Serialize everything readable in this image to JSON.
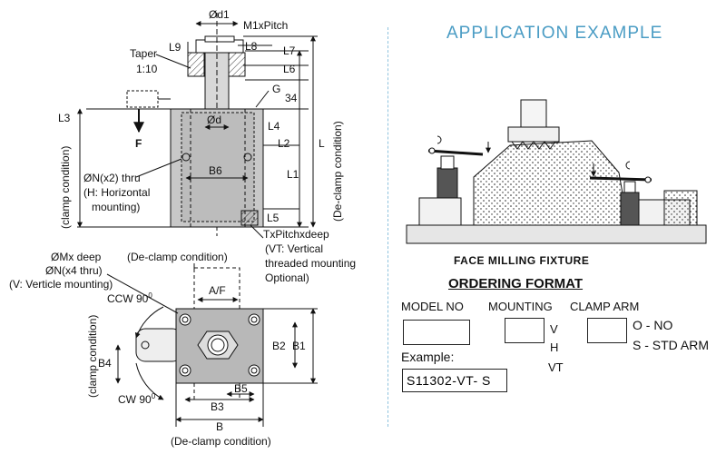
{
  "diagram": {
    "top_view_labels": {
      "d1": "Ød1",
      "m1": "M1xPitch",
      "l9": "L9",
      "l8": "L8",
      "l7": "L7",
      "l6": "L6",
      "taper": "Taper",
      "taper_ratio": "1:10",
      "g": "G",
      "n34": "34",
      "l3": "L3",
      "d": "Ød",
      "l4": "L4",
      "l2": "L2",
      "l": "L",
      "f": "F",
      "n_thru": "ØN(x2) thru",
      "h_mount": "(H: Horizontal",
      "mounting": "mounting)",
      "b6": "B6",
      "l1": "L1",
      "l5": "L5",
      "clamp_left": "(clamp condition)",
      "declamp_right": "(De-clamp condition)",
      "tx": "TxPitchxdeep",
      "vt1": "(VT: Vertical",
      "vt2": "threaded mounting",
      "vt3": "Optional)"
    },
    "bottom_view_labels": {
      "declamp_top": "(De-clamp condition)",
      "mx": "ØMx deep",
      "n4": "ØN(x4 thru)",
      "v_mount": "(V: Verticle mounting)",
      "af": "A/F",
      "ccw": "CCW 90",
      "b2": "B2",
      "b1": "B1",
      "b4": "B4",
      "clamp_left": "(clamp condition)",
      "b5": "B5",
      "cw": "CW 90",
      "b3": "B3",
      "b": "B",
      "declamp_bottom": "(De-clamp condition)",
      "deg": "0"
    }
  },
  "application": {
    "title": "APPLICATION EXAMPLE",
    "fixture_caption": "FACE MILLING FIXTURE"
  },
  "ordering": {
    "title": "ORDERING FORMAT",
    "model_no": "MODEL NO",
    "mounting": "MOUNTING",
    "clamp_arm": "CLAMP ARM",
    "mount_v": "V",
    "mount_h": "H",
    "mount_vt": "VT",
    "arm_no": "O - NO",
    "arm_std": "S - STD ARM",
    "example_label": "Example:",
    "example_value": "S11302-VT- S"
  }
}
